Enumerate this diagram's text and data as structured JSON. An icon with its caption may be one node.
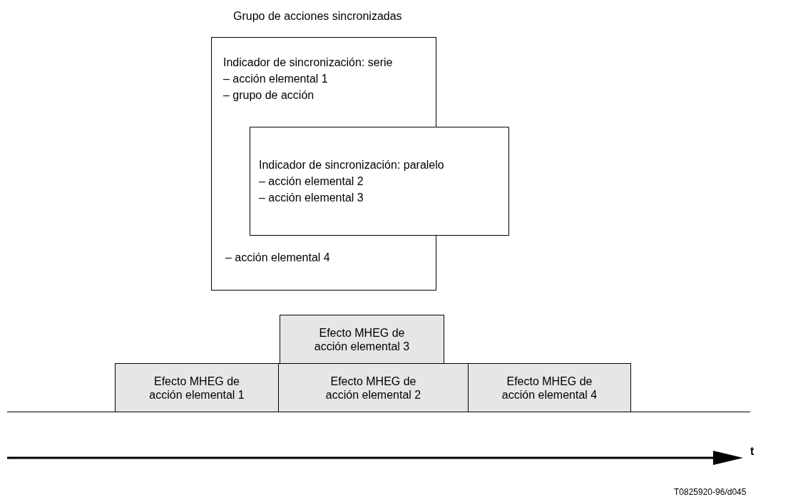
{
  "diagram": {
    "nodes": [
      {
        "text": [
          "Grupo de acciones sincronizadas",
          "Indicador de sincronización: serie",
          "– acción elemental 1",
          "– grupo de acción",
          "– acción elemental 4"
        ]
      },
      {
        "text": [
          "Indicador de sincronización: paralelo",
          "– acción elemental 2",
          "– acción elemental 3"
        ]
      },
      {
        "text": [
          "Efecto MHEG de acción elemental 3"
        ]
      },
      {
        "text": [
          "Efecto MHEG de acción elemental 1"
        ]
      },
      {
        "text": [
          "Efecto MHEG de acción elemental 2"
        ]
      },
      {
        "text": [
          "Efecto MHEG de acción elemental 4"
        ]
      }
    ],
    "edges": [],
    "labels": [
      "t",
      "T0825920-96/d045"
    ]
  }
}
